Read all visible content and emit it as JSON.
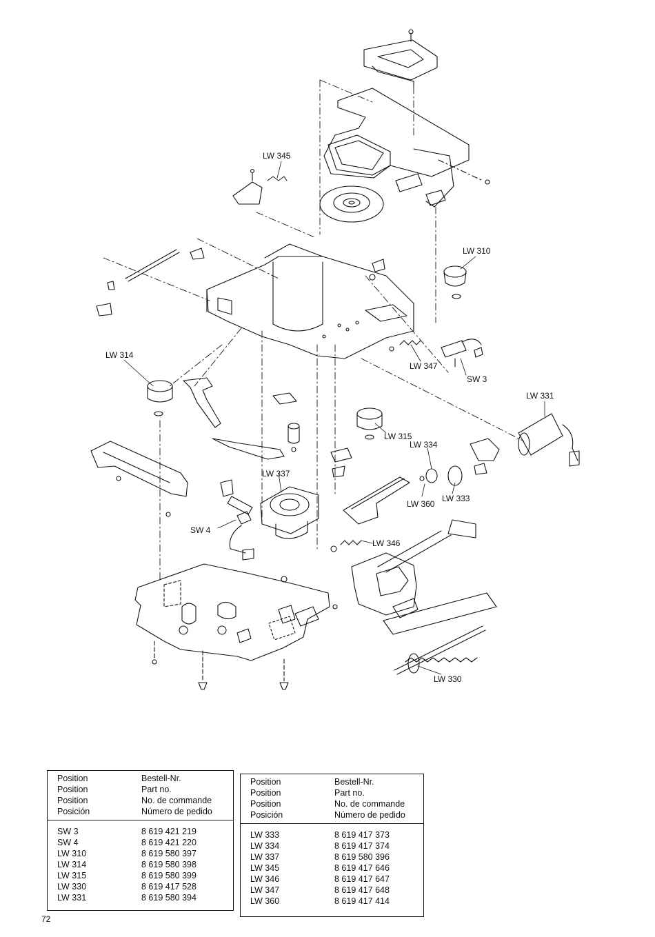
{
  "callouts": {
    "lw345": "LW 345",
    "lw310": "LW 310",
    "lw314": "LW 314",
    "lw347": "LW 347",
    "sw3": "SW 3",
    "lw331": "LW 331",
    "lw315": "LW 315",
    "lw334": "LW 334",
    "lw337": "LW 337",
    "lw360": "LW 360",
    "lw333": "LW 333",
    "sw4": "SW 4",
    "lw346": "LW 346",
    "lw330": "LW 330"
  },
  "headers": {
    "col1": [
      "Position",
      "Position",
      "Position",
      "Posición"
    ],
    "col2": [
      "Bestell-Nr.",
      "Part no.",
      "No. de commande",
      "Número de pedido"
    ]
  },
  "table_left": [
    {
      "position": "SW 3",
      "part": "8 619 421 219"
    },
    {
      "position": "SW 4",
      "part": "8 619 421 220"
    },
    {
      "position": "LW 310",
      "part": "8 619 580 397"
    },
    {
      "position": "LW 314",
      "part": "8 619 580 398"
    },
    {
      "position": "LW 315",
      "part": "8 619 580 399"
    },
    {
      "position": "LW 330",
      "part": "8 619 417 528"
    },
    {
      "position": "LW 331",
      "part": "8 619 580 394"
    }
  ],
  "table_right": [
    {
      "position": "LW 333",
      "part": "8 619 417 373"
    },
    {
      "position": "LW 334",
      "part": "8 619 417 374"
    },
    {
      "position": "LW 337",
      "part": "8 619 580 396"
    },
    {
      "position": "LW 345",
      "part": "8 619 417 646"
    },
    {
      "position": "LW 346",
      "part": "8 619 417 647"
    },
    {
      "position": "LW 347",
      "part": "8 619 417 648"
    },
    {
      "position": "LW 360",
      "part": "8 619 417 414"
    }
  ],
  "page_number": "72"
}
